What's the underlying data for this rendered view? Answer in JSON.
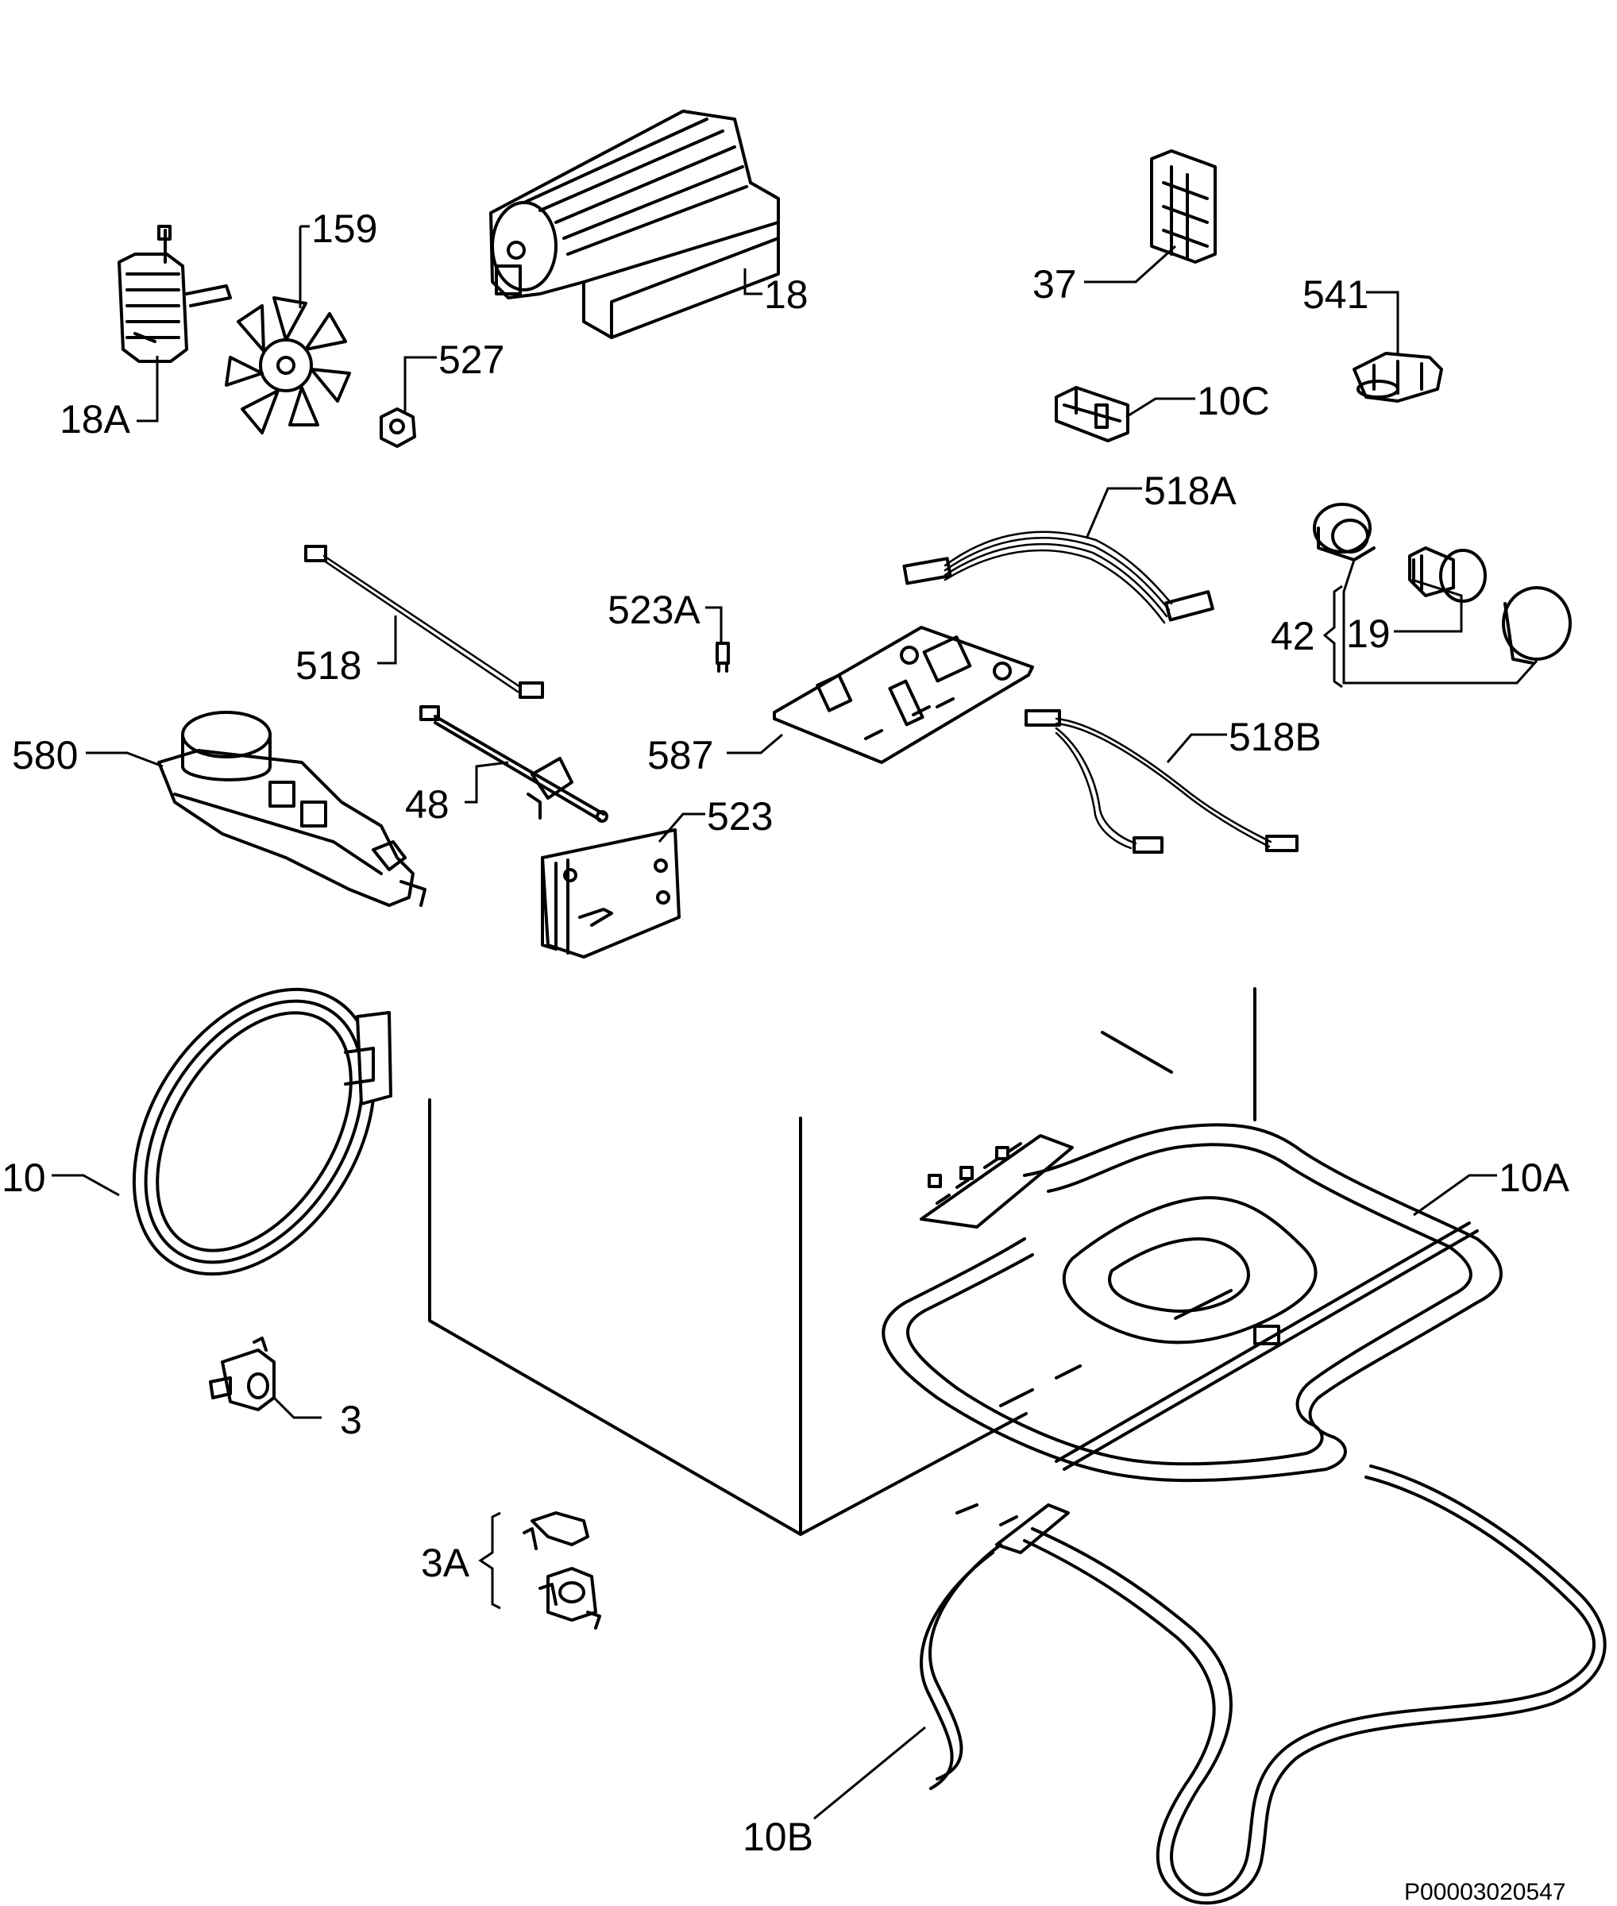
{
  "labels": {
    "l159": "159",
    "l18": "18",
    "l18a": "18A",
    "l527": "527",
    "l37": "37",
    "l541": "541",
    "l10c": "10C",
    "l518a": "518A",
    "l523a": "523A",
    "l518": "518",
    "l42": "42",
    "l19": "19",
    "l580": "580",
    "l587": "587",
    "l518b": "518B",
    "l48": "48",
    "l523": "523",
    "l10": "10",
    "l10a": "10A",
    "l3": "3",
    "l3a": "3A",
    "l10b": "10B"
  },
  "footer": {
    "code": "P00003020547"
  }
}
